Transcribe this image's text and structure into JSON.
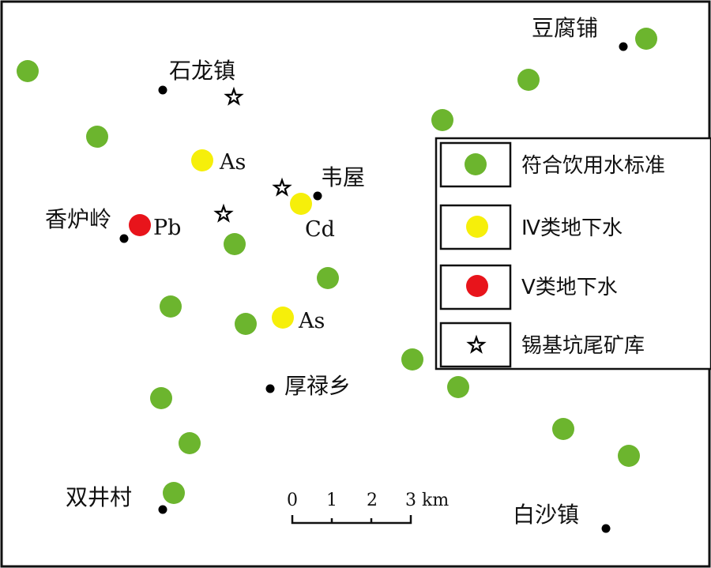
{
  "towns": [
    {
      "name": "豆腐铺"
    },
    {
      "name": "石龙镇"
    },
    {
      "name": "韦屋"
    },
    {
      "name": "香炉岭"
    },
    {
      "name": "厚禄乡"
    },
    {
      "name": "双井村"
    },
    {
      "name": "白沙镇"
    }
  ],
  "element_labels": {
    "as_upper": "As",
    "cd": "Cd",
    "pb": "Pb",
    "as_lower": "As"
  },
  "legend": {
    "items": [
      {
        "label": "符合饮用水标准",
        "symbol": "green-circle"
      },
      {
        "label": "Ⅳ类地下水",
        "symbol": "yellow-circle"
      },
      {
        "label": "Ⅴ类地下水",
        "symbol": "red-circle"
      },
      {
        "label": "锡基坑尾矿库",
        "symbol": "star"
      }
    ]
  },
  "scale_bar": {
    "ticks": [
      "0",
      "1",
      "2",
      "3"
    ],
    "unit": "km"
  },
  "colors": {
    "meets_standard": "#6cb52e",
    "class_iv": "#f6ef0a",
    "class_v": "#e8141b"
  }
}
